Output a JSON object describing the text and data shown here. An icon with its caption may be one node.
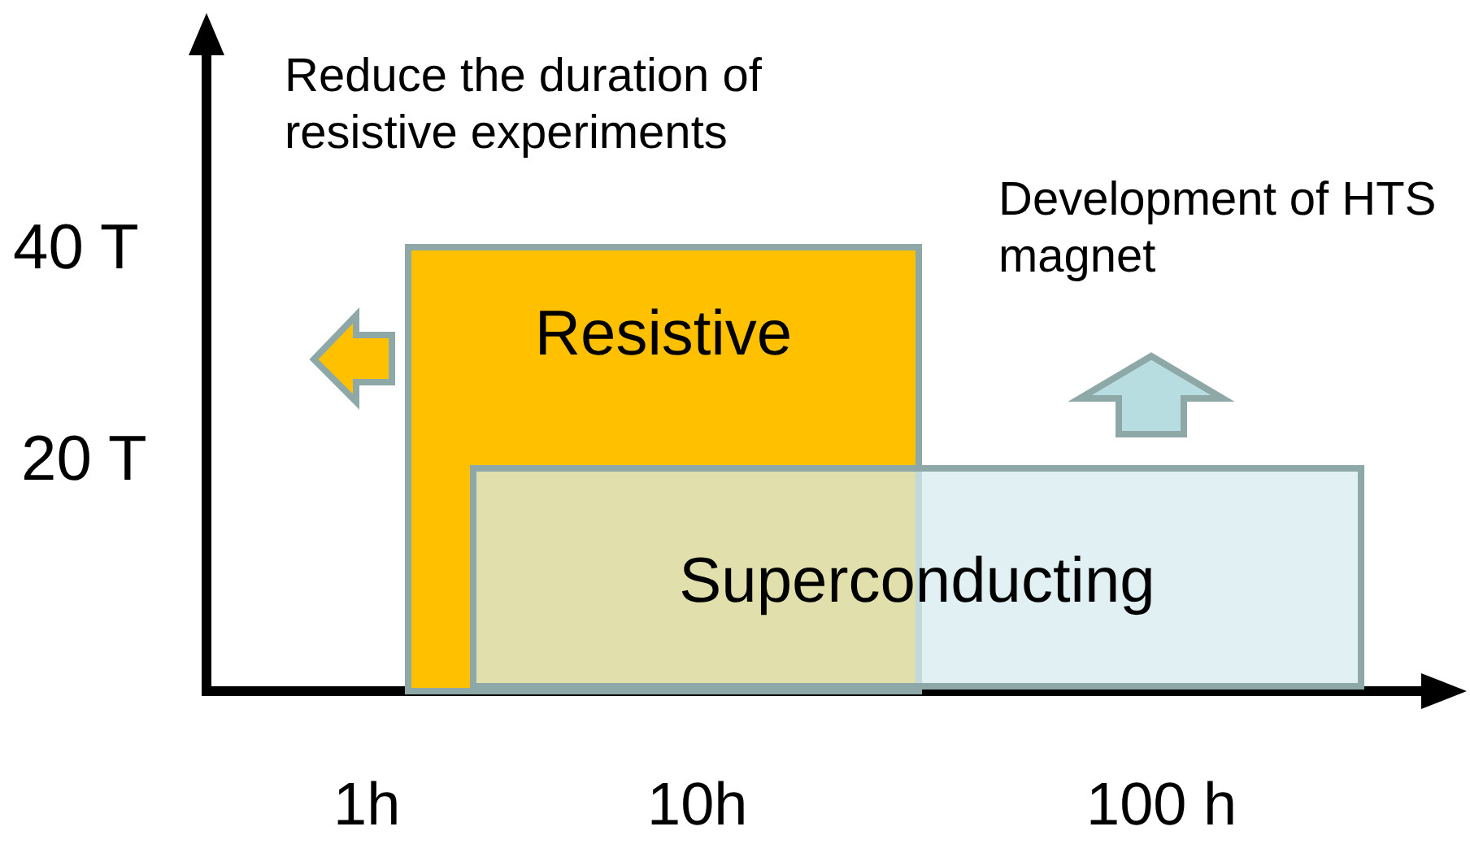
{
  "diagram": {
    "nodes": [
      {
        "text": [
          "Resistive"
        ]
      },
      {
        "text": [
          "Superconducting"
        ]
      }
    ],
    "labels": [
      "Reduce the duration of resistive experiments",
      "Development of HTS magnet",
      "40 T",
      "20 T",
      "1h",
      "10h",
      "100 h"
    ]
  }
}
